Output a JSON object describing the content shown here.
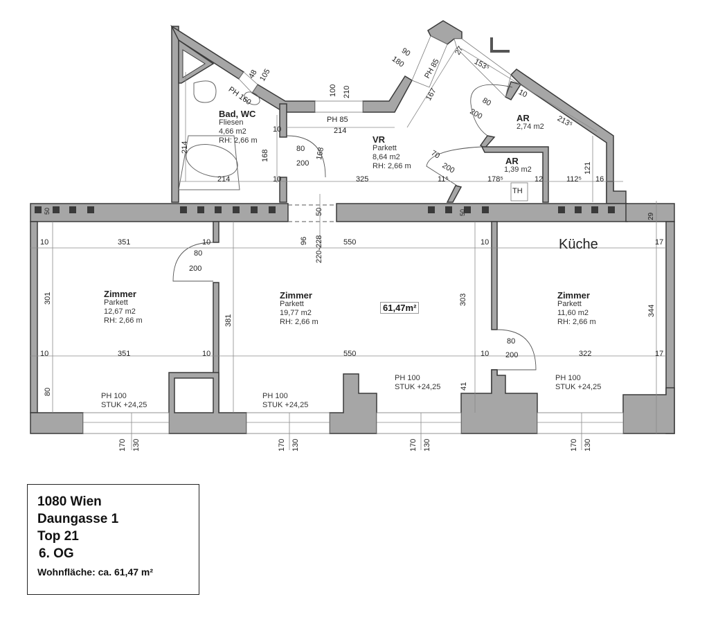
{
  "plan": {
    "total_area_label": "61,47m²",
    "compass_marker": "north-indicator",
    "rooms": [
      {
        "id": "bad",
        "name": "Bad, WC",
        "floor": "Fliesen",
        "area": "4,66 m2",
        "height": "RH: 2,66 m"
      },
      {
        "id": "vr",
        "name": "VR",
        "floor": "Parkett",
        "area": "8,64 m2",
        "height": "RH: 2,66 m"
      },
      {
        "id": "ar1",
        "name": "AR",
        "floor": "",
        "area": "2,74 m2",
        "height": ""
      },
      {
        "id": "ar2",
        "name": "AR",
        "floor": "",
        "area": "1,39 m2",
        "height": ""
      },
      {
        "id": "zimmer1",
        "name": "Zimmer",
        "floor": "Parkett",
        "area": "12,67 m2",
        "height": "RH: 2,66 m"
      },
      {
        "id": "zimmer2",
        "name": "Zimmer",
        "floor": "Parkett",
        "area": "19,77 m2",
        "height": "RH: 2,66 m"
      },
      {
        "id": "zimmer3",
        "name": "Zimmer",
        "floor": "Parkett",
        "area": "11,60 m2",
        "height": "RH: 2,66 m",
        "annotation": "Küche"
      }
    ],
    "fixtures": {
      "th": "TH"
    },
    "windows": [
      {
        "ph": "PH 100",
        "stuk": "STUK +24,25",
        "d1": "170",
        "d2": "130"
      },
      {
        "ph": "PH 100",
        "stuk": "STUK +24,25",
        "d1": "170",
        "d2": "130"
      },
      {
        "ph": "PH 100",
        "stuk": "STUK +24,25",
        "d1": "170",
        "d2": "130"
      },
      {
        "ph": "PH 100",
        "stuk": "STUK +24,25",
        "d1": "170",
        "d2": "130"
      }
    ],
    "dimensions": {
      "bad_window_w": "48",
      "bad_window_h": "105",
      "bad_window_ph": "PH 160",
      "bad_height": "168",
      "bad_width": "214",
      "bad_tub": "214",
      "bad_left": "214",
      "bad_door_w": "80",
      "bad_door_h": "200",
      "bad_door_168": "168",
      "vr_window_w": "100",
      "vr_window_h": "210",
      "vr_ph": "PH 85",
      "vr_214": "214",
      "vr_10a": "10",
      "vr_10b": "10",
      "vr_325": "325",
      "vr_115": "11⁵",
      "entry_90": "90",
      "entry_180": "180",
      "entry_ph": "PH 85",
      "entry_167": "167",
      "entry_27": "27",
      "ar_1535": "153⁵",
      "ar_10": "10",
      "ar_2135": "213⁵",
      "ar_door_w": "80",
      "ar_door_h": "200",
      "ar2_door_w": "70",
      "ar2_door_h": "200",
      "ar_1785": "178⁵",
      "ar_12": "12",
      "ar_1125": "112⁵",
      "ar_16": "16",
      "ar_121": "121",
      "z1_10a": "10",
      "z1_351a": "351",
      "z1_10b": "10",
      "z1_door_w": "80",
      "z1_door_h": "200",
      "z1_301": "301",
      "z1_10c": "10",
      "z1_351b": "351",
      "z1_10d": "10",
      "z1_80": "80",
      "z1_50": "50",
      "z2_96": "96",
      "z2_220": "220-228",
      "z2_50": "50",
      "z2_550a": "550",
      "z2_381": "381",
      "z2_550b": "550",
      "z2_303": "303",
      "z2_41": "41",
      "z2_10a": "10",
      "z2_10b": "10",
      "z3_10a": "10",
      "z3_17a": "17",
      "z3_344": "344",
      "z3_29": "29",
      "z3_door_w": "80",
      "z3_door_h": "200",
      "z3_10b": "10",
      "z3_322": "322",
      "z3_17b": "17",
      "z3_50": "50"
    }
  },
  "info": {
    "city": "1080 Wien",
    "street": "Daungasse 1",
    "top": "Top 21",
    "floor": "6. OG",
    "living_area": "Wohnfläche: ca. 61,47 m²"
  }
}
